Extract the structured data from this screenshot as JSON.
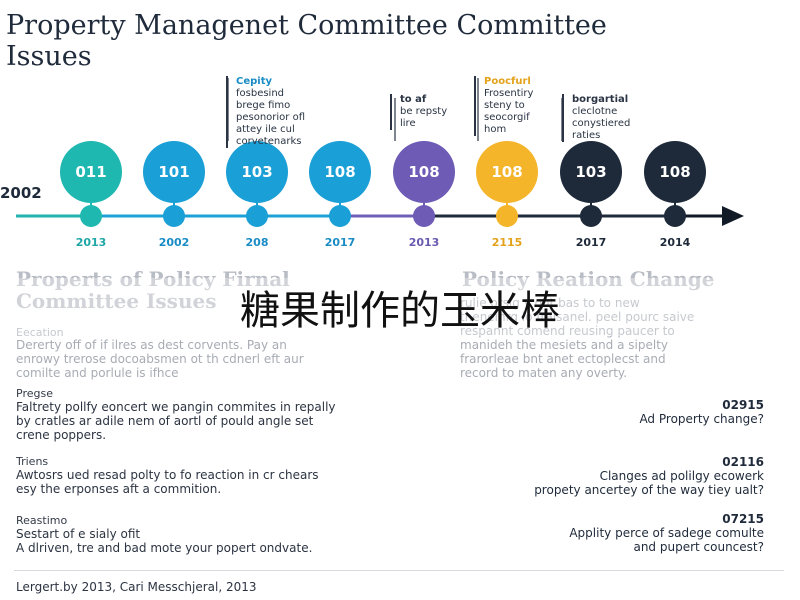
{
  "title": "Property Managenet Committee Committee\n Issues",
  "left_year": "2002",
  "colors": {
    "line_teal": "#22b3b3",
    "line_blue": "#1aa2d6",
    "line_purple": "#6f5fb8",
    "line_dark": "#1f2a3a",
    "arrow": "#111a27"
  },
  "nodes": [
    {
      "label": "011",
      "year": "2013",
      "color": "#1fb8b0",
      "year_color": "#1fa6a6"
    },
    {
      "label": "101",
      "year": "2002",
      "color": "#1a9fd6",
      "year_color": "#1a8cc5"
    },
    {
      "label": "103",
      "year": "208",
      "color": "#1a9fd6",
      "year_color": "#1a8cc5"
    },
    {
      "label": "108",
      "year": "2017",
      "color": "#1a9fd6",
      "year_color": "#1a8cc5"
    },
    {
      "label": "108",
      "year": "2013",
      "color": "#6d5bb5",
      "year_color": "#6a59b0"
    },
    {
      "label": "108",
      "year": "2115",
      "color": "#f4b52a",
      "year_color": "#e3a21a"
    },
    {
      "label": "103",
      "year": "2017",
      "color": "#1e2a3a",
      "year_color": "#1e2a3a"
    },
    {
      "label": "108",
      "year": "2014",
      "color": "#1e2a3a",
      "year_color": "#1e2a3a"
    }
  ],
  "callouts": [
    {
      "text": "Cepity\nfosbesind\nbrege fimo\npesonorior ofl\nattey ile cul\ncorvetenarks",
      "title_color": "#1a8cc5"
    },
    {
      "text": "to af\nbe repsty\nlire",
      "title_color": "#2a3444"
    },
    {
      "text": "Poocfurl\nFrosentiry\nsteny to\nseocorgif\nhom",
      "title_color": "#e3a21a"
    },
    {
      "text": "borgartial\ncleclotne\nconystiered\nraties",
      "title_color": "#2a3444"
    }
  ],
  "left_section": {
    "heading": "Properts of Policy Firnal\nCommittee Issues",
    "blocks": [
      {
        "label": "Eecation",
        "text": "Dererty off of if ilres as dest corvents. Pay an\nenrowy trerose docoabsmen ot th cdnerl eft aur\ncomilte and porlule is ifhce"
      },
      {
        "label": "Pregse",
        "text": "Faltrety pollfy eoncert we pangin commites in repally\nby cratles ar adile nem of aortl of pould angle set\ncrene poppers."
      },
      {
        "label": "Triens",
        "text": "Awtosrs ued resad polty to fo reaction in cr chears\nesy the erponses aft a commition."
      },
      {
        "label": "Reastimo",
        "text": "Sestart of e sialy ofit\nA dlriven, tre and bad mote your popert ondvate."
      }
    ]
  },
  "right_section": {
    "heading": "Policy Reation Change",
    "intro": "rulie orsig y ont bas to to new\ntheneinrg lo fraisanel. peel pourc saive\nrespannt comend reusing paucer to\nmanideh the mesiets and a sipelty\nfrarorleae bnt anet ectoplecst and\nrecord to maten any overty.",
    "items": [
      {
        "code": "02915",
        "text": "Ad Property change?"
      },
      {
        "code": "02116",
        "text": "Clanges ad polilgy ecowerk\npropety ancertey of the way tiey ualt?"
      },
      {
        "code": "07215",
        "text": "Applity perce of sadege comulte\nand pupert councest?"
      }
    ]
  },
  "overlay_text": "糖果制作的玉米棒",
  "footer": "Lergert.by 2013, Cari Messchjeral, 2013"
}
